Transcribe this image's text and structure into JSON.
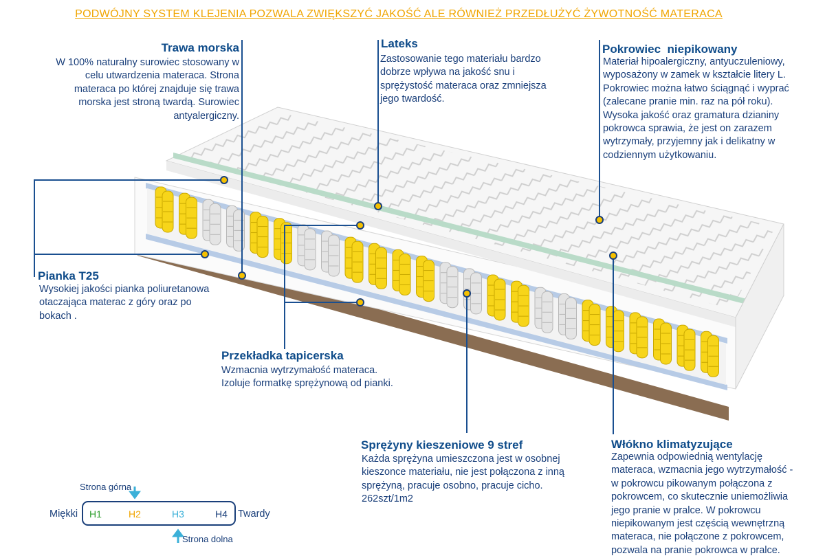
{
  "banner": "PODWÓJNY SYSTEM KLEJENIA POZWALA ZWIĘKSZYĆ JAKOŚĆ ALE RÓWNIEŻ PRZEDŁUŻYĆ ŻYWOTNOŚĆ MATERACA",
  "labels": {
    "trawa": {
      "title": "Trawa morska",
      "lines": [
        "W 100% naturalny surowiec stosowany w",
        "celu utwardzenia materaca. Strona",
        "materaca po której znajduje się trawa",
        "morska jest stroną twardą. Surowiec",
        "antyalergiczny."
      ]
    },
    "lateks": {
      "title": "Lateks",
      "lines": [
        "Zastosowanie tego materiału bardzo",
        "dobrze wpływa na jakość snu i",
        "sprężystość materaca oraz zmniejsza",
        "jego twardość."
      ]
    },
    "pokrowiec": {
      "title": "Pokrowiec  niepikowany",
      "lines": [
        "Materiał hipoalergiczny, antyuczuleniowy,",
        "wyposażony w zamek w kształcie litery L.",
        "Pokrowiec można łatwo ściągnąć i wyprać",
        "(zalecane pranie min.  raz na pół roku).",
        "Wysoka jakość oraz gramatura dzianiny",
        "pokrowca sprawia, że jest on zarazem",
        "wytrzymały, przyjemny jak i delikatny w",
        "codziennym użytkowaniu."
      ]
    },
    "pianka": {
      "title": "Pianka T25",
      "lines": [
        "Wysokiej jakości pianka poliuretanowa",
        "otaczająca materac z góry oraz po",
        "bokach ."
      ]
    },
    "przekladka": {
      "title": "Przekładka tapicerska",
      "lines": [
        "Wzmacnia wytrzymałość materaca.",
        "Izoluje formatkę sprężynową od pianki."
      ]
    },
    "sprezyny": {
      "title": "Sprężyny kieszeniowe 9 stref",
      "lines": [
        "Każda sprężyna umieszczona jest w osobnej",
        "kieszonce materiału, nie jest połączona z inną",
        "sprężyną, pracuje osobno, pracuje cicho.",
        "262szt/1m2"
      ]
    },
    "wlokno": {
      "title": "Włókno klimatyzujące",
      "lines": [
        "Zapewnia odpowiednią wentylację",
        "materaca, wzmacnia jego wytrzymałość -",
        "w pokrowcu pikowanym połączona z",
        "pokrowcem, co skutecznie uniemożliwia",
        "jego pranie w pralce. W pokrowcu",
        "niepikowanym jest częścią wewnętrzną",
        "materaca, nie połączone z pokrowcem,",
        "pozwala na pranie pokrowca w pralce."
      ]
    }
  },
  "hardness": {
    "top_label": "Strona górna",
    "bottom_label": "Strona dolna",
    "left_label": "Miękki",
    "right_label": "Twardy",
    "levels": [
      "H1",
      "H2",
      "H3",
      "H4"
    ],
    "level_colors": [
      "#2e9e2e",
      "#f0a500",
      "#3bb0d8",
      "#1a3f7a"
    ],
    "top_arrow_level": "H2",
    "bottom_arrow_level": "H3"
  },
  "colors": {
    "accent": "#0f4c8a",
    "dot": "#f5c000",
    "spring_yellow": "#f7d51a",
    "spring_white": "#e4e4e4",
    "cover": "#f4f4f4"
  }
}
